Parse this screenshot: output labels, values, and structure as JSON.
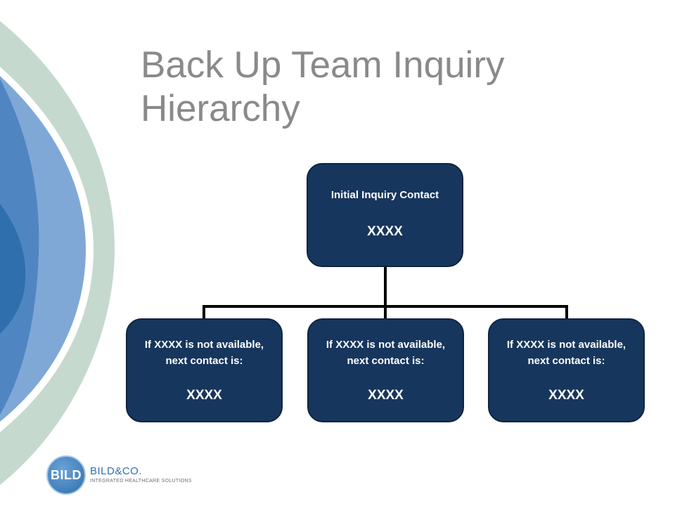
{
  "slide": {
    "title": "Back Up Team Inquiry Hierarchy"
  },
  "hierarchy": {
    "root": {
      "label": "Initial Inquiry Contact",
      "value": "XXXX"
    },
    "children": [
      {
        "label": "If XXXX is not available, next contact is:",
        "value": "XXXX"
      },
      {
        "label": "If XXXX is not available, next contact is:",
        "value": "XXXX"
      },
      {
        "label": "If XXXX is not available, next contact is:",
        "value": "XXXX"
      }
    ]
  },
  "logo": {
    "mark": "BILD",
    "brand": "BILD&CO.",
    "tagline": "INTEGRATED HEALTHCARE SOLUTIONS"
  },
  "colors": {
    "box_fill": "#17365d",
    "title_text": "#8a8a8a",
    "decor_teal": "#c5d9cf",
    "decor_blue_light": "#7fa8d6",
    "decor_blue_dark": "#3a78b9"
  }
}
